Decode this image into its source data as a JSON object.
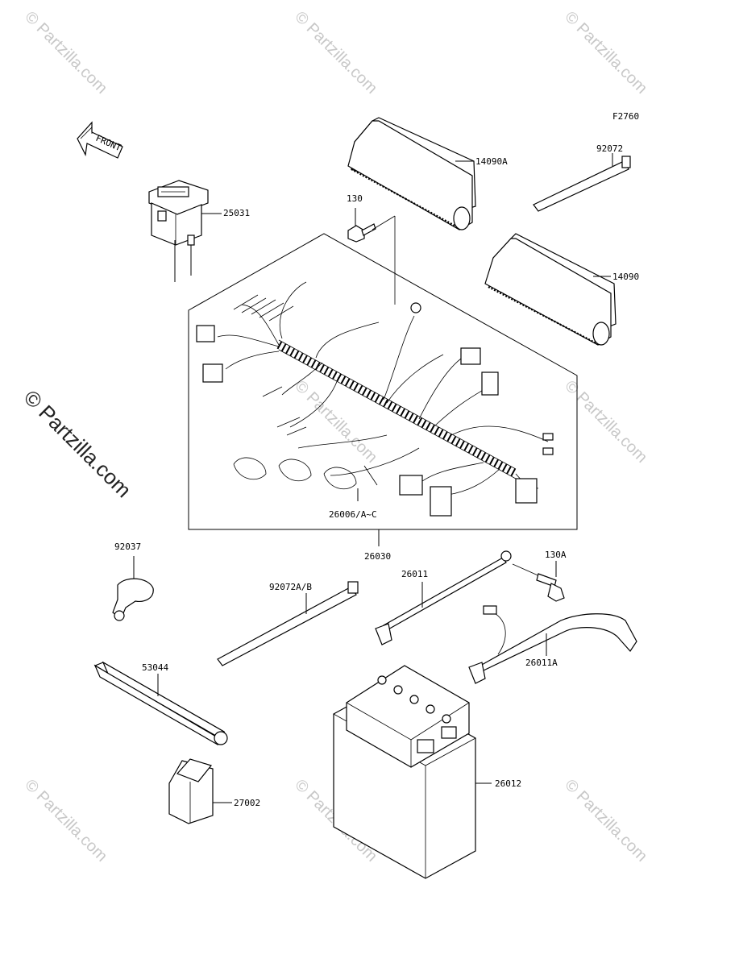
{
  "diagram_code": "F2760",
  "front_label": "FRONT",
  "watermark": {
    "text": "© Partzilla.com",
    "side_text": "© Partzilla.com"
  },
  "callouts": {
    "c14090A": "14090A",
    "c92072": "92072",
    "c130": "130",
    "c25031": "25031",
    "c14090": "14090",
    "c26006": "26006/A~C",
    "c26030": "26030",
    "c92037": "92037",
    "c130A": "130A",
    "c26011": "26011",
    "c92072AB": "92072A/B",
    "c26011A": "26011A",
    "c53044": "53044",
    "c26012": "26012",
    "c27002": "27002"
  }
}
